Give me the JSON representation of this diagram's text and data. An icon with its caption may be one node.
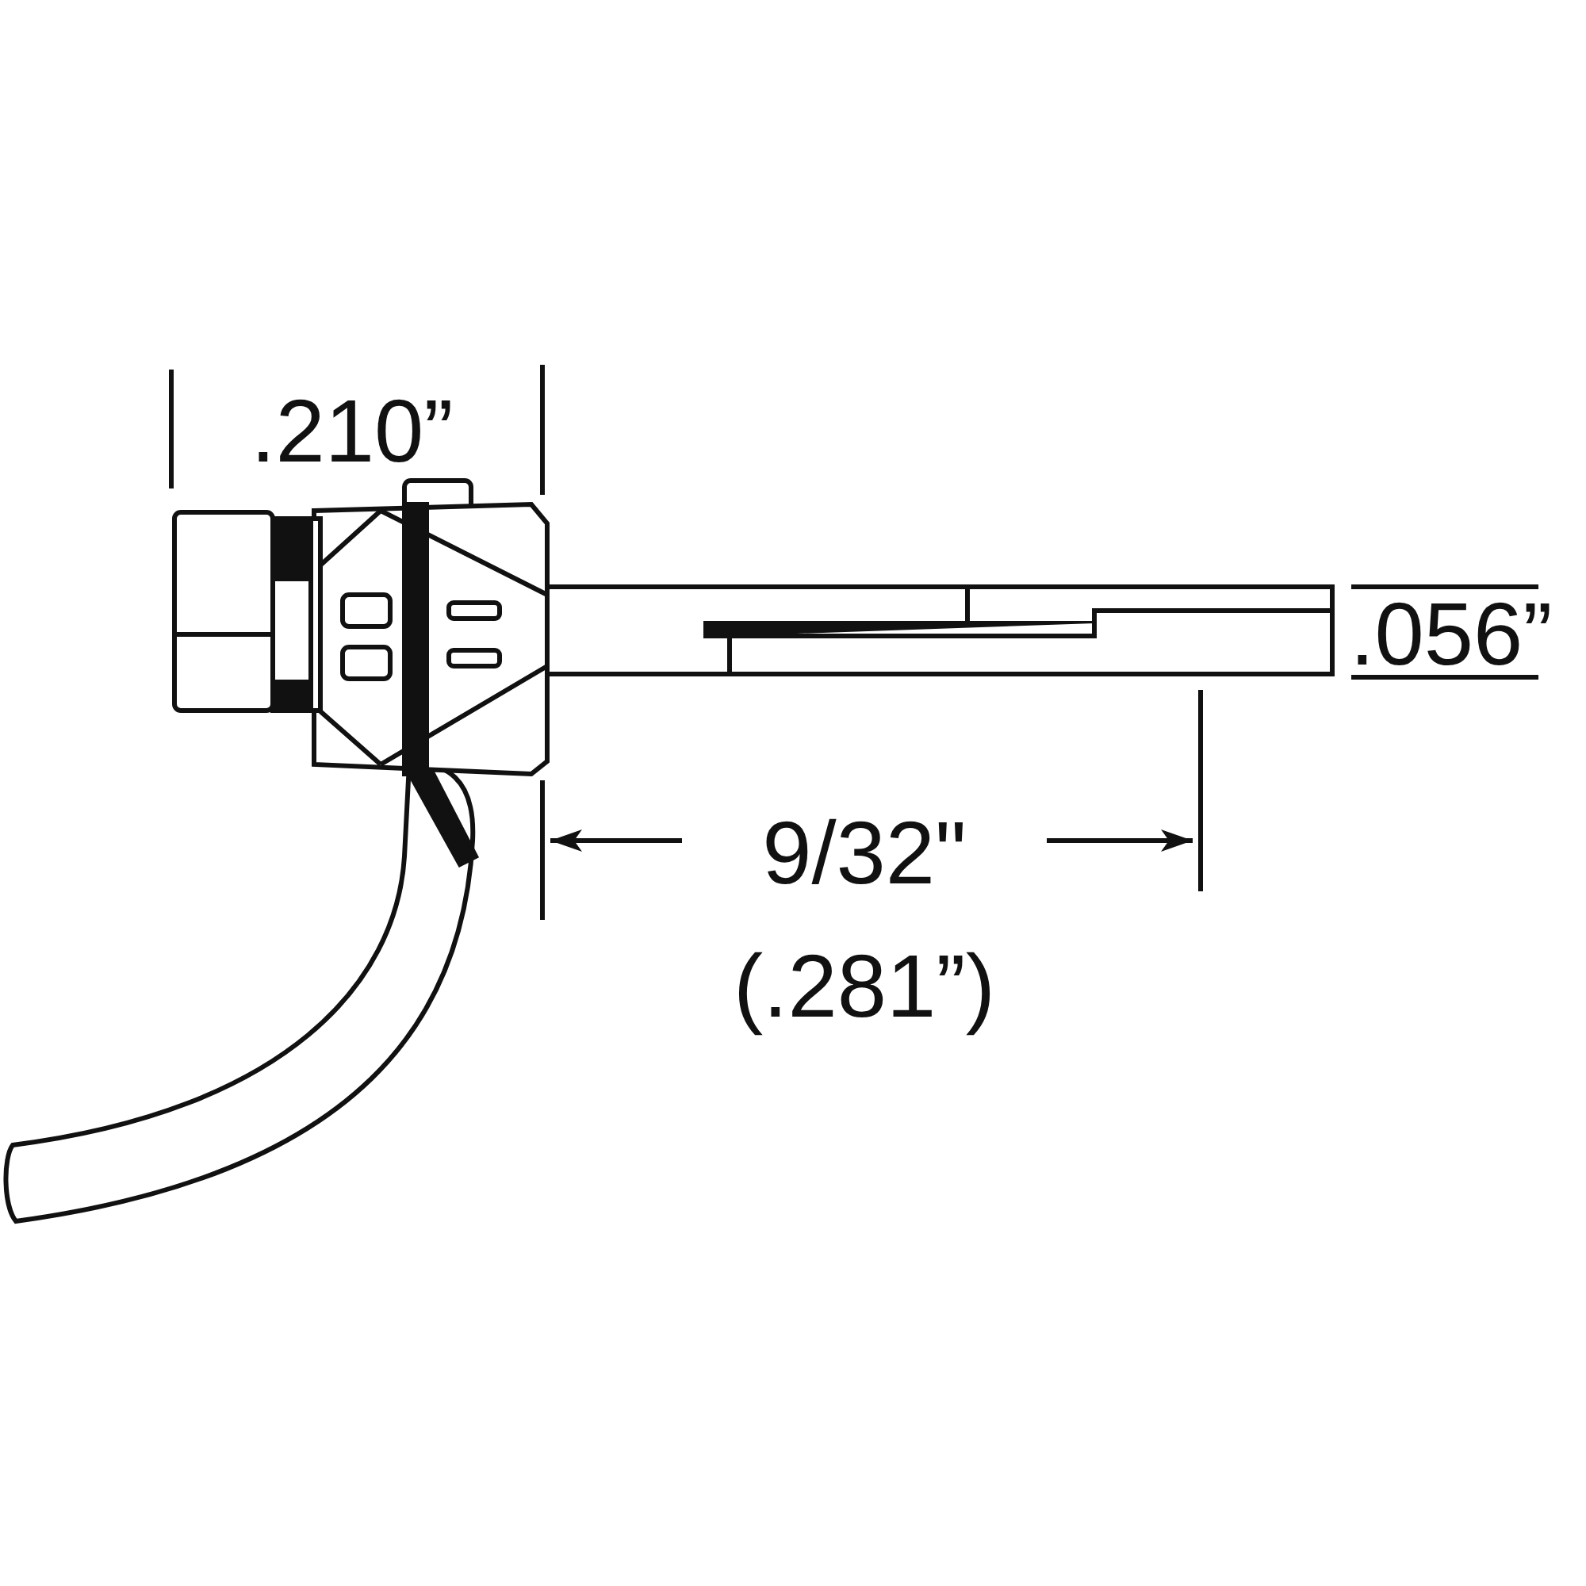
{
  "diagram": {
    "labels": [
      ".210”",
      ".056”",
      "9/32\"",
      "(.281”)"
    ]
  }
}
